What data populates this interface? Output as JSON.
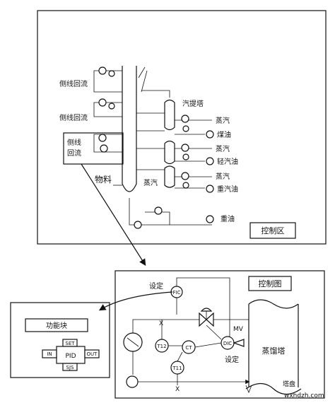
{
  "upper_panel": {
    "labels": {
      "side_reflux_1": "侧线回流",
      "side_reflux_2": "侧线回流",
      "side_reflux_boxed_line1": "侧线",
      "side_reflux_boxed_line2": "回流",
      "stripper": "汽提塔",
      "steam_1": "蒸汽",
      "kerosene": "煤油",
      "steam_2": "蒸汽",
      "light_diesel": "轻汽油",
      "steam_3": "蒸汽",
      "heavy_diesel": "重汽油",
      "heavy_oil": "重油",
      "feed": "物料",
      "steam_feed": "蒸汽",
      "control_zone": "控制区"
    }
  },
  "lower_right_panel": {
    "labels": {
      "control_diagram": "控制图",
      "setpoint_1": "设定",
      "setpoint_2": "设定",
      "fic": "FIC",
      "dic": "DIC",
      "ct": "CT",
      "t12": "T12",
      "t11": "T11",
      "mv": "MV",
      "column": "蒸馏塔",
      "tray": "塔盘",
      "x1": "X",
      "x2": "X",
      "watermark": "wxhdzh.com"
    }
  },
  "lower_left_panel": {
    "labels": {
      "function_block": "功能块",
      "set": "SET",
      "pid": "PID",
      "in": "IN",
      "out": "OUT",
      "sjs": "SJS"
    }
  }
}
